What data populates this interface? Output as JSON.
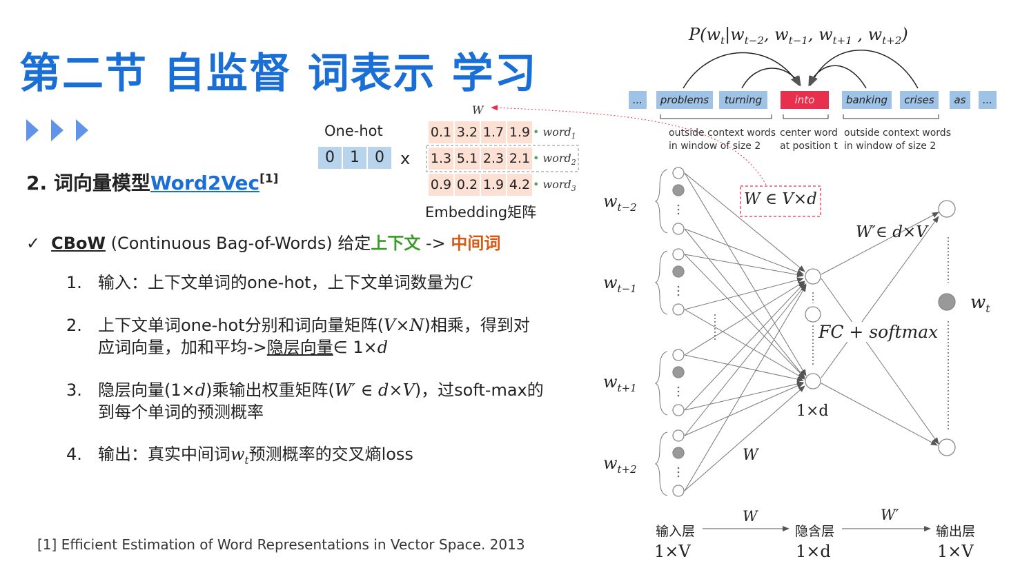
{
  "slide": {
    "title": "第二节 自监督 词表示 学习",
    "section_num": "2. ",
    "section_text": "词向量模型",
    "section_link": "Word2Vec",
    "section_ref": "[1]",
    "cbow_check": "✓",
    "cbow_key": "CBoW",
    "cbow_desc": " (Continuous Bag-of-Words) 给定",
    "cbow_ctx": "上下文",
    "cbow_arrow": " -> ",
    "cbow_mid": "中间词",
    "steps": [
      {
        "n": "1.",
        "a": "输入：上下文单词的one-hot，上下文单词数量为",
        "a_var": "C"
      },
      {
        "n": "2.",
        "a": "上下文单词one-hot分别和词向量矩阵(",
        "a_var": "V×N",
        "a_post": ")相乘，得到对",
        "b": "应词向量，加和平均->",
        "b_u": "隐层向量",
        "b_post": "∈ 1×",
        "b_var": "d"
      },
      {
        "n": "3.",
        "a": "隐层向量(1×",
        "a_var": "d",
        "a_mid": ")乘输出权重矩阵(",
        "a_var2": "W′ ∈ d×V",
        "a_post": ")，过soft-max的",
        "b": "到每个单词的预测概率"
      },
      {
        "n": "4.",
        "a": "输出：真实中间词",
        "a_var": "w",
        "a_sub": "t",
        "a_post": "预测概率的交叉熵loss"
      }
    ],
    "reference": "[1] Efficient Estimation of Word Representations in Vector Space. 2013"
  },
  "embedding": {
    "onehot_label": "One-hot",
    "onehot": [
      "0",
      "1",
      "0"
    ],
    "times": "x",
    "w_label": "W",
    "rows": [
      {
        "values": [
          "0.1",
          "3.2",
          "1.7",
          "1.9"
        ],
        "word": "word",
        "sub": "1"
      },
      {
        "values": [
          "1.3",
          "5.1",
          "2.3",
          "2.1"
        ],
        "word": "word",
        "sub": "2"
      },
      {
        "values": [
          "0.9",
          "0.2",
          "1.9",
          "4.2"
        ],
        "word": "word",
        "sub": "3"
      }
    ],
    "matrix_label": "Embedding矩阵"
  },
  "context": {
    "prob_formula": "P(w_t|w_{t−2}, w_{t−1}, w_{t+1} , w_{t+2})",
    "tokens": [
      "...",
      "problems",
      "turning",
      "into",
      "banking",
      "crises",
      "as",
      "..."
    ],
    "left_label_1": "outside context words",
    "left_label_2": "in window of size 2",
    "center_label_1": "center word",
    "center_label_2": "at position t",
    "right_label_1": "outside context words",
    "right_label_2": "in window of size 2"
  },
  "network": {
    "input_labels": [
      {
        "base": "w",
        "sub": "t−2"
      },
      {
        "base": "w",
        "sub": "t−1"
      },
      {
        "base": "w",
        "sub": "t+1"
      },
      {
        "base": "w",
        "sub": "t+2"
      }
    ],
    "w_matrix_label": "W ∈ V×d",
    "w_prime_label": "W′∈ d×V",
    "fc_label": "FC + softmax",
    "hidden_dim": "1×d",
    "w_lower": "W",
    "output_label": {
      "base": "w",
      "sub": "t"
    },
    "layers": {
      "input": "输入层",
      "hidden": "隐含层",
      "output": "输出层",
      "w_arrow": "W",
      "wp_arrow": "W′",
      "input_dim": "1×V",
      "hidden_dim": "1×d",
      "output_dim": "1×V"
    }
  },
  "colors": {
    "title": "#1a6fd6",
    "context_green": "#3a9a2a",
    "middle_orange": "#d35a17",
    "token_blue": "#9ec3e6",
    "token_center": "#e8304e",
    "onehot_blue": "#b8d3ec",
    "embed_peach": "#fbe0d3"
  }
}
